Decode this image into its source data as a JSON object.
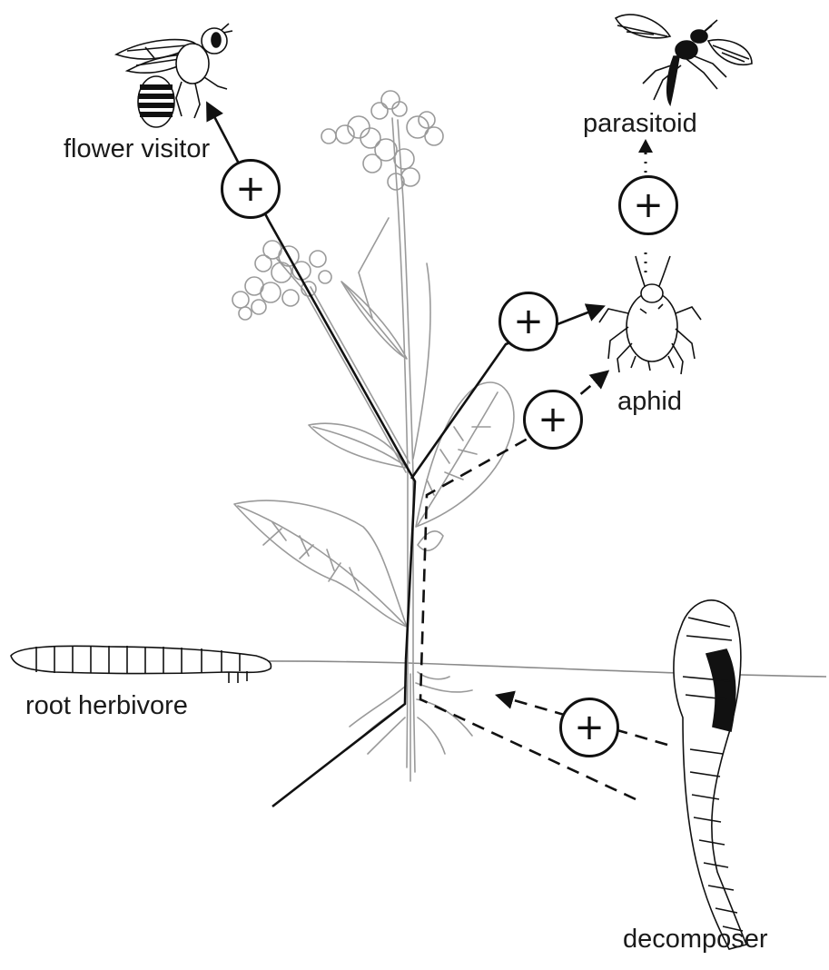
{
  "labels": {
    "flower_visitor": "flower visitor",
    "parasitoid": "parasitoid",
    "aphid": "aphid",
    "root_herbivore": "root herbivore",
    "decomposer": "decomposer"
  },
  "interaction_sign": "+",
  "organisms": [
    "bee-icon",
    "wasp-icon",
    "aphid-icon",
    "larva-icon",
    "earthworm-icon",
    "plant-icon"
  ],
  "colors": {
    "line": "#111111",
    "plant": "#9a9a9a",
    "soil_line": "#8a8a8a"
  }
}
